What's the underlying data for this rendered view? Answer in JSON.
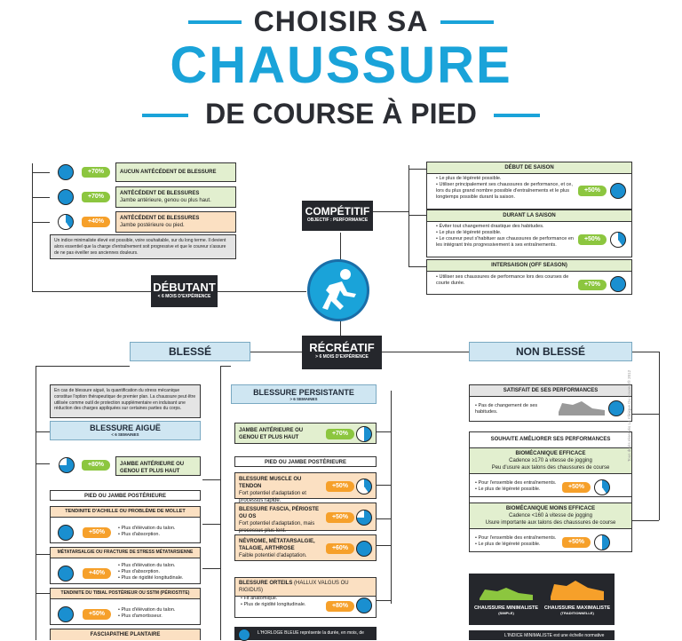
{
  "title": {
    "line1": "CHOISIR SA",
    "line2": "CHAUSSURE",
    "line3": "DE COURSE À PIED"
  },
  "central_icon": "runner-icon",
  "debutant": {
    "label": "DÉBUTANT",
    "sub": "< 6 MOIS D'EXPÉRIENCE",
    "rows": [
      {
        "pct": "+70%",
        "title": "AUCUN ANTÉCÉDENT DE BLESSURE",
        "detail": ""
      },
      {
        "pct": "+70%",
        "title": "ANTÉCÉDENT DE BLESSURES",
        "detail": "Jambe antérieure, genou ou plus haut."
      },
      {
        "pct": "+40%",
        "title": "ANTÉCÉDENT DE BLESSURES",
        "detail": "Jambe postérieure ou pied."
      }
    ],
    "note": "Un indice minimaliste élevé est possible, voire souhaitable, sur du long terme. Il devient alors essentiel que la charge d'entraînement soit progressive et que le coureur s'assure de ne pas éveiller ses anciennes douleurs."
  },
  "competitif": {
    "label": "COMPÉTITIF",
    "sub": "OBJECTIF : PERFORMANCE",
    "sections": [
      {
        "title": "DÉBUT DE SAISON",
        "pct": "+50%",
        "items": [
          "Le plus de légèreté possible.",
          "Utiliser principalement ses chaussures de performance, et ce, lors du plus grand nombre possible d'entraînements et le plus longtemps possible durant la saison."
        ]
      },
      {
        "title": "DURANT LA SAISON",
        "pct": "+50%",
        "items": [
          "Éviter tout changement drastique des habitudes.",
          "Le plus de légèreté possible.",
          "Le coureur peut s'habituer aux chaussures de performance en les intégrant très progressivement à ses entraînements."
        ]
      },
      {
        "title": "INTERSAISON (OFF SEASON)",
        "pct": "+70%",
        "items": [
          "Utiliser ses chaussures de performance lors des courses de courte durée."
        ]
      }
    ]
  },
  "recreatif": {
    "label": "RÉCRÉATIF",
    "sub": "> 6 MOIS D'EXPÉRIENCE"
  },
  "blesse": {
    "label": "BLESSÉ",
    "intro": "En cas de blessure aiguë, la quantification du stress mécanique constitue l'option thérapeutique de premier plan. La chaussure peut être utilisée comme outil de protection supplémentaire en induisant une réduction des charges appliquées sur certaines parties du corps.",
    "aigue": {
      "title": "BLESSURE AIGUË",
      "sub": "< 6 SEMAINES",
      "row1": {
        "pct": "+80%",
        "title": "JAMBE ANTÉRIEURE OU GENOU ET PLUS HAUT"
      },
      "pied_title": "PIED OU JAMBE POSTÉRIEURE",
      "items": [
        {
          "title": "TENDINITE D'ACHILLE OU PROBLÈME DE MOLLET",
          "pct": "+50%",
          "bullets": [
            "Plus d'élévation du talon.",
            "Plus d'absorption."
          ]
        },
        {
          "title": "MÉTATARSALGIE OU FRACTURE DE STRESS MÉTATARSIENNE",
          "pct": "+40%",
          "bullets": [
            "Plus d'élévation du talon.",
            "Plus d'absorption.",
            "Plus de rigidité longitudinale."
          ]
        },
        {
          "title": "TENDINITE DU TIBIAL POSTÉRIEUR OU SSTM (PÉRIOSTITE)",
          "pct": "+50%",
          "bullets": [
            "Plus d'élévation du talon.",
            "Plus d'amortisseur."
          ]
        }
      ],
      "last": "FASCIAPATHIE PLANTAIRE"
    },
    "persistante": {
      "title": "BLESSURE PERSISTANTE",
      "sub": "> 6 SEMAINES",
      "row1": {
        "title": "JAMBE ANTÉRIEURE OU GENOU ET PLUS HAUT",
        "pct": "+70%"
      },
      "pied_title": "PIED OU JAMBE POSTÉRIEURE",
      "items": [
        {
          "title": "BLESSURE MUSCLE OU TENDON",
          "detail": "Fort potentiel d'adaptation et processus rapide.",
          "pct": "+50%"
        },
        {
          "title": "BLESSURE FASCIA, PÉRIOSTE OU OS",
          "detail": "Fort potentiel d'adaptation, mais processus plus lent.",
          "pct": "+50%"
        },
        {
          "title": "NÉVROME, MÉTATARSALGIE, TALAGIE, ARTHROSE",
          "detail": "Faible potentiel d'adaptation.",
          "pct": "+60%"
        }
      ],
      "orteils": {
        "title": "BLESSURE ORTEILS",
        "subtitle": "(HALLUX VALGUS OU RIGIDUS)",
        "pct": "+80%",
        "bullets": [
          "Fit anatomique.",
          "Plus de rigidité longitudinale."
        ]
      }
    }
  },
  "non_blesse": {
    "label": "NON BLESSÉ",
    "satisfait": {
      "title": "SATISFAIT DE SES PERFORMANCES",
      "bullets": [
        "Pas de changement de ses habitudes."
      ]
    },
    "ameliorer": "SOUHAITE AMÉLIORER SES PERFORMANCES",
    "efficace": {
      "title": "BIOMÉCANIQUE EFFICACE",
      "line1": "Cadence ≥170 à vitesse de jogging",
      "line2": "Peu d'usure aux talons des chaussures de course",
      "pct": "+50%",
      "bullets": [
        "Pour l'ensemble des entraînements.",
        "Le plus de légèreté possible."
      ]
    },
    "moins": {
      "title": "BIOMÉCANIQUE MOINS EFFICACE",
      "line1": "Cadence <160 à vitesse de jogging",
      "line2": "Usure importante aux talons des chaussures de course",
      "pct": "+50%",
      "bullets": [
        "Pour l'ensemble des entraînements.",
        "Le plus de légèreté possible."
      ]
    }
  },
  "legend": {
    "mini": {
      "label": "CHAUSSURE MINIMALISTE",
      "sub": "(SIMPLE)"
    },
    "maxi": {
      "label": "CHAUSSURE MAXIMALISTE",
      "sub": "(TRADITIONNELLE)"
    },
    "horloge": "L'HORLOGE BLEUE représente la durée, en mois, de",
    "indice": "L'INDICE MINIMALISTE est une échelle normative"
  },
  "credit": "Tous droits réservés La Clinique Du Coureur® 2012",
  "colors": {
    "blue": "#1aa3d9",
    "green": "#8cc63f",
    "orange": "#f6a02a",
    "dark": "#25272c"
  }
}
